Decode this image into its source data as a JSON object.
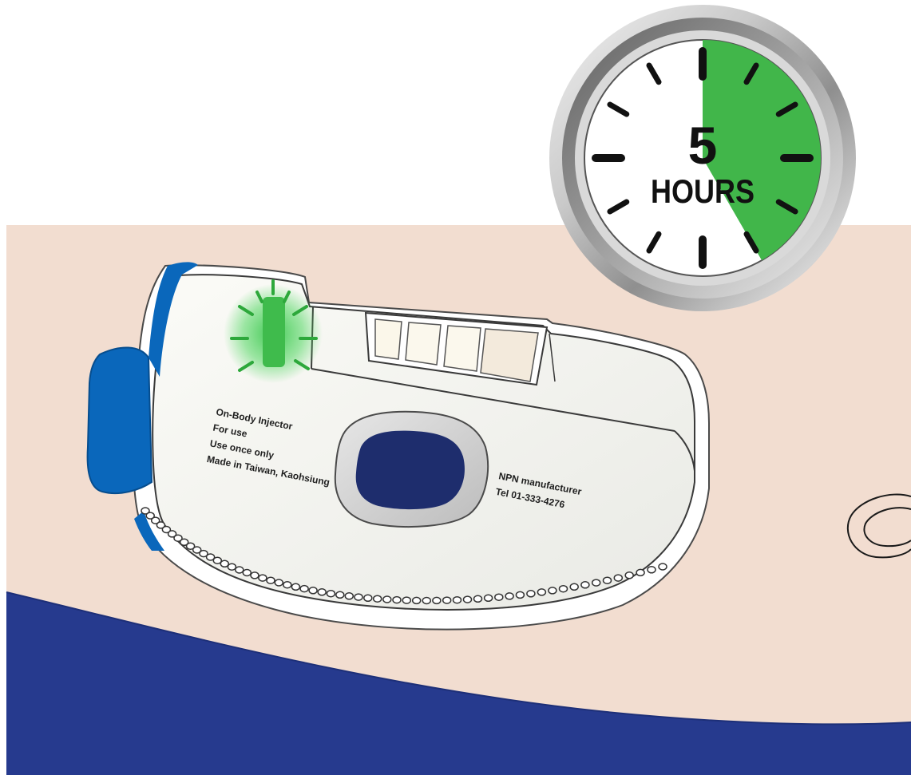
{
  "timer": {
    "number": "5",
    "unit": "HOURS",
    "elapsed_fraction": 0.4166,
    "fill_color": "#41b64a"
  },
  "device": {
    "status_light_color": "#46c24e",
    "button_color": "#0a67bb",
    "screen_color": "#1e2d6d",
    "label_lines_left": [
      "On-Body Injector",
      "For use",
      "Use once only",
      "Made in Taiwan, Kaohsiung"
    ],
    "label_lines_right": [
      "NPN manufacturer",
      "Tel 01-333-4276"
    ]
  },
  "skin": {
    "color": "#f2ddd0"
  },
  "clothing": {
    "color": "#263a8e"
  }
}
